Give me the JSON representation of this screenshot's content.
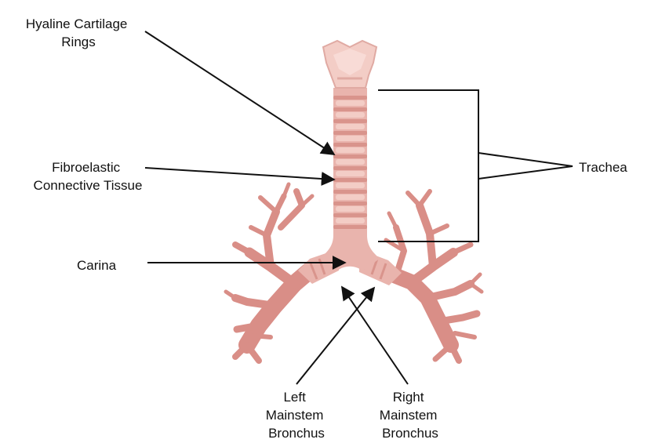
{
  "colors": {
    "tissue": "#e9b4ad",
    "tissue_shadow": "#d9948c",
    "cartilage": "#f3cdc6",
    "bronchi": "#d98e87",
    "bronchi_dark": "#c77770",
    "line": "#111111"
  },
  "labels": {
    "hyaline_line1": "Hyaline Cartilage",
    "hyaline_line2": "Rings",
    "fibro_line1": "Fibroelastic",
    "fibro_line2": "Connective Tissue",
    "carina": "Carina",
    "trachea": "Trachea",
    "left_line1": "Left",
    "left_line2": "Mainstem",
    "left_line3": "Bronchus",
    "right_line1": "Right",
    "right_line2": "Mainstem",
    "right_line3": "Bronchus"
  }
}
